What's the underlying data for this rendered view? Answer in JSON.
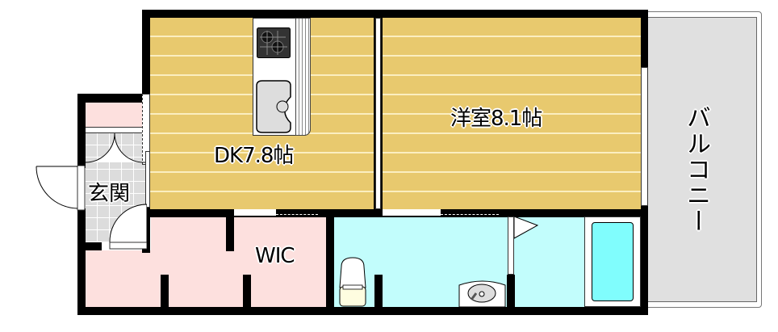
{
  "floorplan": {
    "rooms": {
      "dk": {
        "label": "DK7.8帖",
        "floor": "wood"
      },
      "western_room": {
        "label": "洋室8.1帖",
        "floor": "wood"
      },
      "entrance": {
        "label": "玄関",
        "floor": "tile"
      },
      "wic": {
        "label": "WIC",
        "floor": "pink"
      },
      "balcony": {
        "label": "バルコニー"
      },
      "bathroom_area": {
        "floor": "aqua"
      }
    },
    "fixtures": [
      "stove-top",
      "kitchen-sink",
      "toilet",
      "wash-basin",
      "bathtub"
    ],
    "colors": {
      "wood": "#e8c96e",
      "wood_line": "#fbeec0",
      "pink": "#fde0de",
      "aqua": "#c2fdfc",
      "tub": "#80fdfd",
      "tile": "#dcdcdc",
      "balcony": "#e0e0e0",
      "wall": "#000000"
    }
  }
}
